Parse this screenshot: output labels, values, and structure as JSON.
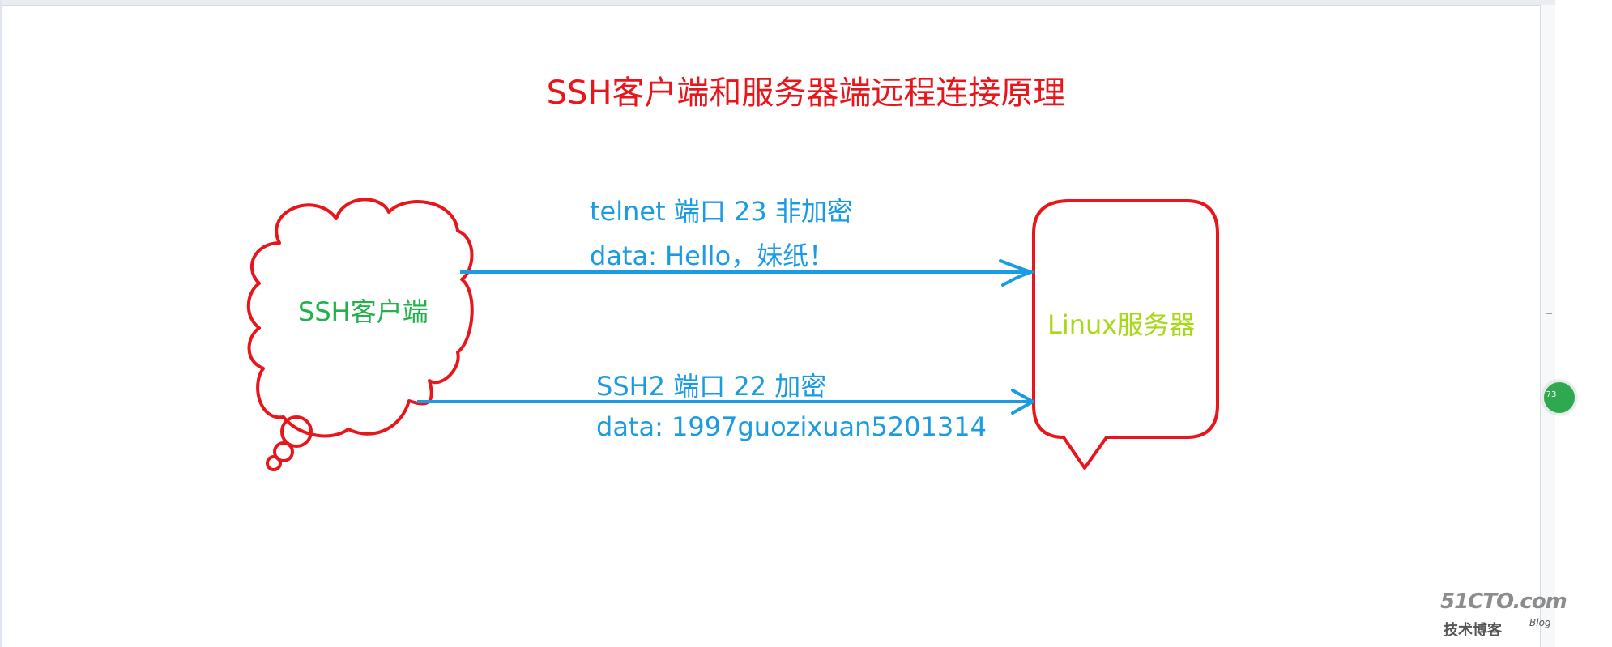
{
  "diagram": {
    "title": "SSH客户端和服务器端远程连接原理",
    "client": {
      "label": "SSH客户端"
    },
    "server": {
      "label": "Linux服务器"
    },
    "connections": [
      {
        "line1": "telnet 端口 23 非加密",
        "line2": "data: Hello，妹纸！"
      },
      {
        "line1": "SSH2 端口 22 加密",
        "line2": "data: 1997guozixuan5201314"
      }
    ]
  },
  "side_badge": {
    "text": "73"
  },
  "watermark": {
    "logo": "51CTO.com",
    "subtitle": "技术博客",
    "blog": "Blog"
  },
  "colors": {
    "title": "#e8151b",
    "shapes": "#e8151b",
    "arrows": "#1a9be2",
    "client_label": "#22b14c",
    "server_label": "#a8d818"
  }
}
